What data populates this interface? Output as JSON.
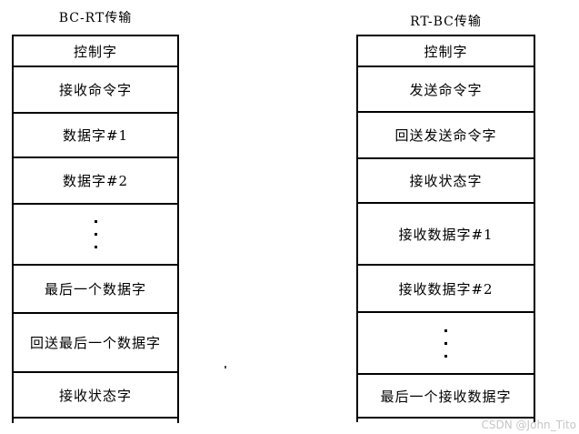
{
  "titles": {
    "left": "BC-RT传输",
    "right": "RT-BC传输"
  },
  "left_table": {
    "rows": [
      {
        "type": "text",
        "label": "控制字"
      },
      {
        "type": "text",
        "label": "接收命令字"
      },
      {
        "type": "text",
        "label": "数据字#1"
      },
      {
        "type": "text",
        "label": "数据字#2"
      },
      {
        "type": "dots"
      },
      {
        "type": "text",
        "label": "最后一个数据字"
      },
      {
        "type": "text",
        "label": "回送最后一个数据字"
      },
      {
        "type": "text",
        "label": "接收状态字"
      }
    ]
  },
  "right_table": {
    "rows": [
      {
        "type": "text",
        "label": "控制字"
      },
      {
        "type": "text",
        "label": "发送命令字"
      },
      {
        "type": "text",
        "label": "回送发送命令字"
      },
      {
        "type": "text",
        "label": "接收状态字"
      },
      {
        "type": "text",
        "label": "接收数据字#1"
      },
      {
        "type": "text",
        "label": "接收数据字#2"
      },
      {
        "type": "dots"
      },
      {
        "type": "text",
        "label": "最后一个接收数据字"
      }
    ]
  },
  "watermark": {
    "text": "CSDN @John_Tito",
    "color": "#c6c6c6"
  },
  "colors": {
    "background": "#ffffff",
    "border": "#000000",
    "text": "#000000"
  }
}
